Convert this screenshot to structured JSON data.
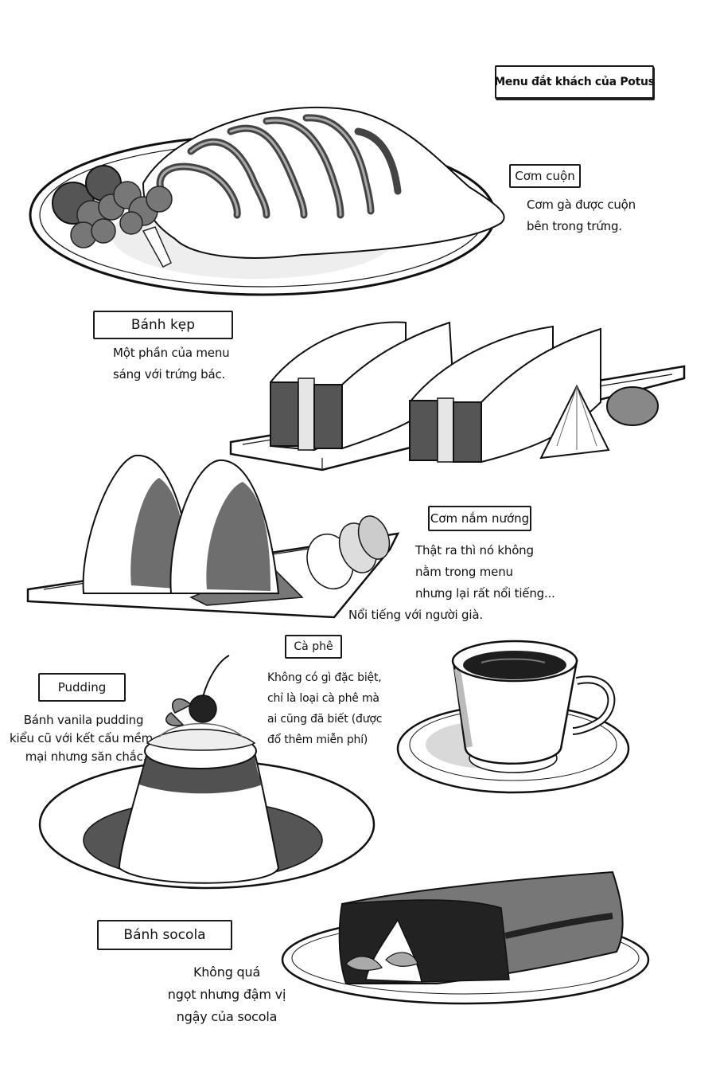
{
  "page": {
    "title": "Menu đắt khách của Potus"
  },
  "menu_items": [
    {
      "name": "Cơm cuộn",
      "description_lines": [
        "Cơm gà được cuộn",
        "bên trong trứng."
      ],
      "illustration": "omurice-plate"
    },
    {
      "name": "Bánh kẹp",
      "description_lines": [
        "Một phần của menu",
        "sáng với trứng bác."
      ],
      "illustration": "egg-sandwich-tray"
    },
    {
      "name": "Cơm nắm nướng",
      "description_lines": [
        "Thật ra thì nó không",
        "nằm trong menu",
        "nhưng lại rất nổi tiếng..."
      ],
      "extra_note": "Nổi tiếng với người già.",
      "illustration": "grilled-onigiri-tray"
    },
    {
      "name": "Cà phê",
      "description_lines": [
        "Không có gì đặc biệt,",
        "chỉ là loại cà phê mà",
        "ai cũng đã biết (được",
        "đổ thêm miễn phí)"
      ],
      "illustration": "coffee-cup-saucer"
    },
    {
      "name": "Pudding",
      "description_lines": [
        "Bánh vanila pudding",
        "kiểu cũ với kết cấu mềm",
        "mại nhưng săn chắc."
      ],
      "illustration": "pudding-plate"
    },
    {
      "name": "Bánh socola",
      "description_lines": [
        "Không quá",
        "ngọt nhưng đậm vị",
        "ngậy của socola"
      ],
      "illustration": "chocolate-cake-plate"
    }
  ],
  "colors": {
    "ink": "#111111",
    "paper": "#ffffff",
    "tone_light": "#d9d9d9",
    "tone_mid": "#9a9a9a",
    "tone_dark": "#3a3a3a",
    "coffee": "#1e1e1e"
  }
}
